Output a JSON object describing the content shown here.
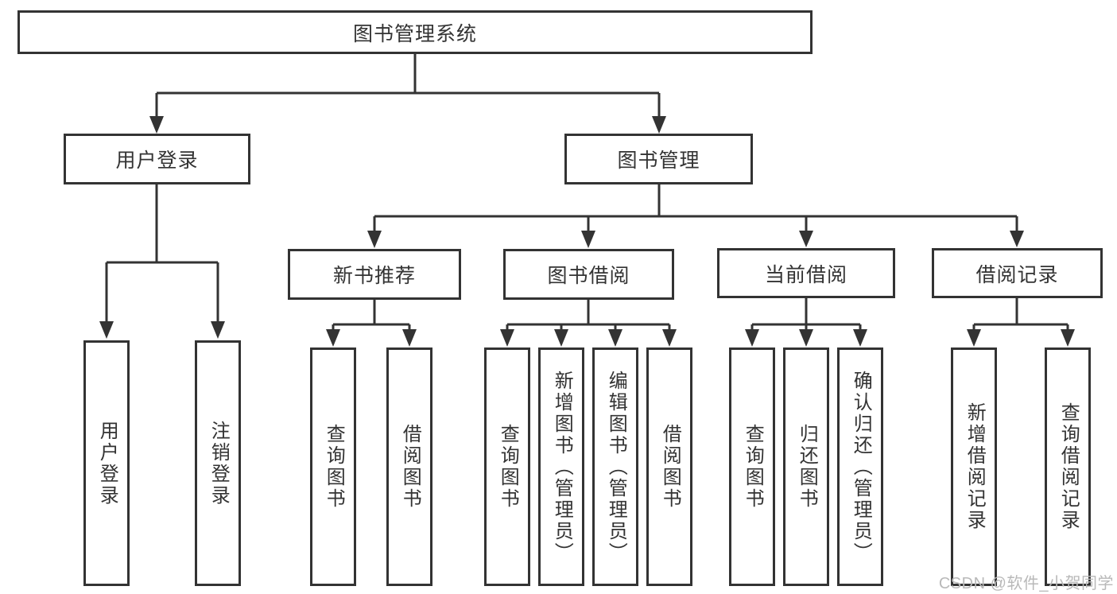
{
  "diagram": {
    "root": {
      "label": "图书管理系统"
    },
    "level2": [
      {
        "id": "user-login",
        "label": "用户登录"
      },
      {
        "id": "book-management",
        "label": "图书管理"
      }
    ],
    "level3": [
      {
        "id": "new-book-recommend",
        "label": "新书推荐",
        "parent": "book-management"
      },
      {
        "id": "book-borrowing",
        "label": "图书借阅",
        "parent": "book-management"
      },
      {
        "id": "current-borrowing",
        "label": "当前借阅",
        "parent": "book-management"
      },
      {
        "id": "borrowing-records",
        "label": "借阅记录",
        "parent": "book-management"
      }
    ],
    "leaves": [
      {
        "label": "用户登录",
        "parent": "user-login"
      },
      {
        "label": "注销登录",
        "parent": "user-login"
      },
      {
        "label": "查询图书",
        "parent": "new-book-recommend"
      },
      {
        "label": "借阅图书",
        "parent": "new-book-recommend"
      },
      {
        "label": "查询图书",
        "parent": "book-borrowing"
      },
      {
        "label": "新增图书（管理员）",
        "parent": "book-borrowing"
      },
      {
        "label": "编辑图书（管理员）",
        "parent": "book-borrowing"
      },
      {
        "label": "借阅图书",
        "parent": "book-borrowing"
      },
      {
        "label": "查询图书",
        "parent": "current-borrowing"
      },
      {
        "label": "归还图书",
        "parent": "current-borrowing"
      },
      {
        "label": "确认归还（管理员）",
        "parent": "current-borrowing"
      },
      {
        "label": "新增借阅记录",
        "parent": "borrowing-records"
      },
      {
        "label": "查询借阅记录",
        "parent": "borrowing-records"
      }
    ]
  },
  "watermark": {
    "text": "CSDN @软件_小贺同学"
  },
  "colors": {
    "line": "#333333",
    "box_border": "#333333",
    "box_fill": "#ffffff",
    "text": "#333333",
    "watermark": "#b9b9b9",
    "background": "#ffffff"
  }
}
